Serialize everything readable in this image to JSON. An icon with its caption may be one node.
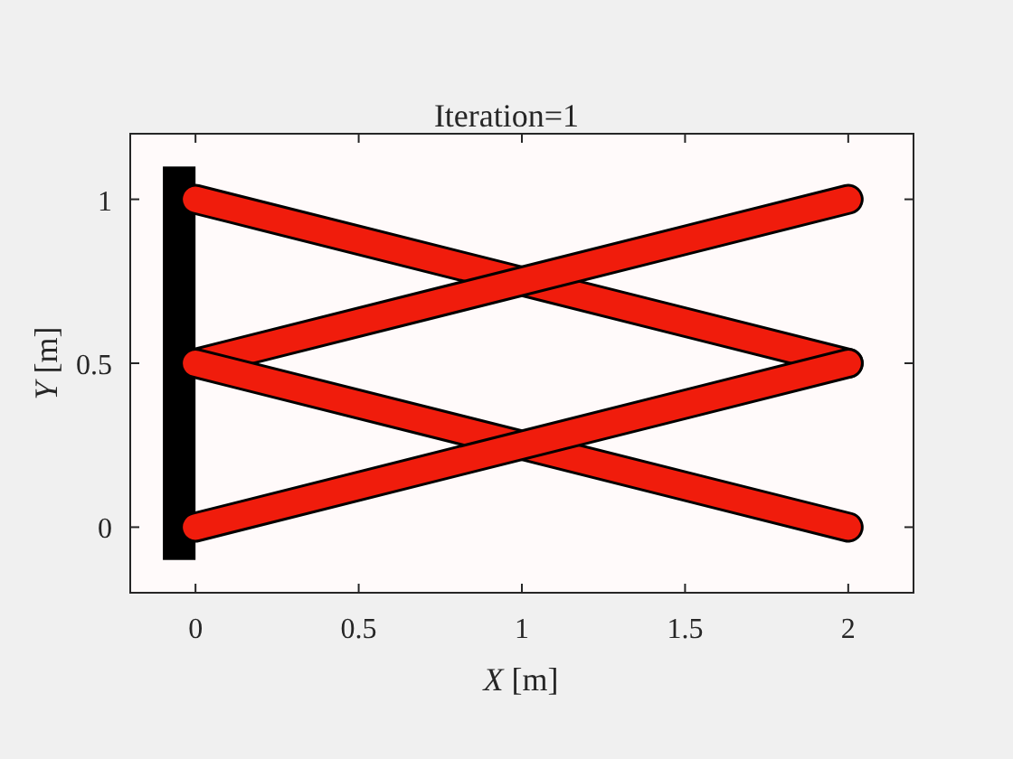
{
  "diagram": {
    "chart_data": {
      "type": "line",
      "title": "Iteration=1",
      "xlabel": "*X* [m]",
      "ylabel": "*Y* [m]",
      "x": [
        0,
        2
      ],
      "series": [
        {
          "color": "#f01c0c",
          "values": [
            1,
            0.5
          ]
        },
        {
          "color": "#f01c0c",
          "values": [
            0.5,
            1
          ]
        },
        {
          "color": "#f01c0c",
          "values": [
            0.5,
            0
          ]
        },
        {
          "color": "#f01c0c",
          "values": [
            0,
            0.5
          ]
        }
      ],
      "xlim": [
        -0.2,
        2.2
      ],
      "ylim": [
        -0.2,
        1.2
      ],
      "xticks": [
        0,
        0.5,
        1,
        1.5,
        2
      ],
      "yticks": [
        0,
        0.5,
        1
      ]
    }
  }
}
